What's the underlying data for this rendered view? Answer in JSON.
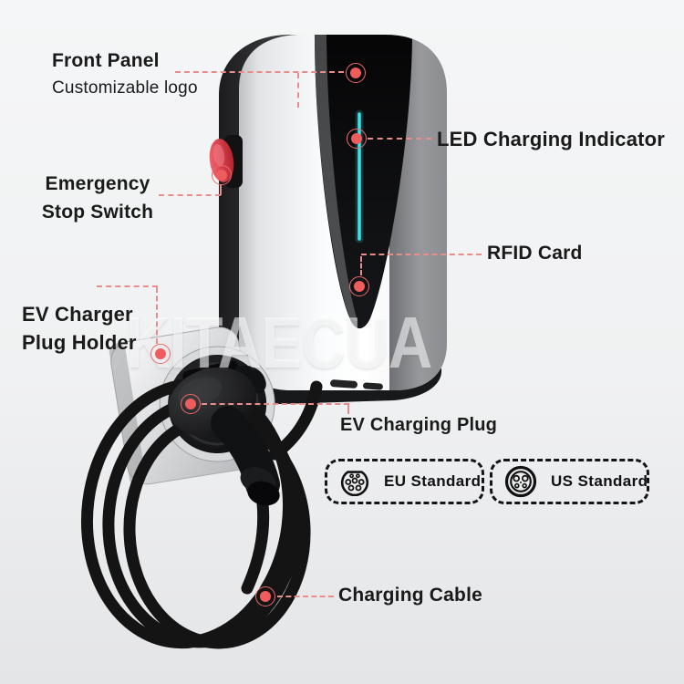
{
  "watermark": {
    "text": "KITAECUA"
  },
  "colors": {
    "accent_red": "#ee5c5c",
    "callout_line_red": "#e98c8c",
    "led_cyan": "#3fe3e6",
    "emergency_button_red": "#d9303e",
    "label_text": "#1a1a1a"
  },
  "callouts": {
    "front_panel": {
      "title": "Front Panel",
      "subtitle": "Customizable logo"
    },
    "emergency_stop": {
      "line1": "Emergency",
      "line2": "Stop Switch"
    },
    "led_indicator": {
      "label": "LED Charging Indicator"
    },
    "rfid": {
      "label": "RFID Card"
    },
    "plug_holder": {
      "line1": "EV Charger",
      "line2": "Plug Holder"
    },
    "charging_plug": {
      "label": "EV Charging Plug"
    },
    "charging_cable": {
      "label": "Charging Cable"
    }
  },
  "standards": [
    {
      "label": "EU Standard",
      "icon": "type2-connector-icon"
    },
    {
      "label": "US Standard",
      "icon": "j1772-connector-icon"
    }
  ]
}
